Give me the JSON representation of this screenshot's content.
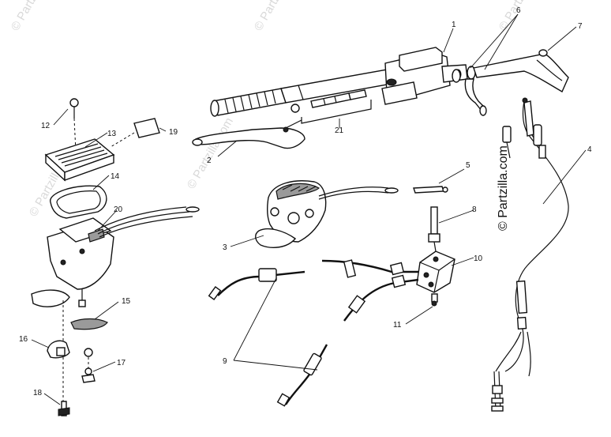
{
  "watermarks": {
    "corner": "© Partzilla.com",
    "side": "© Partzilla.com"
  },
  "callouts": {
    "c1": "1",
    "c2": "2",
    "c3": "3",
    "c4": "4",
    "c5": "5",
    "c6": "6",
    "c7": "7",
    "c8": "8",
    "c9": "9",
    "c10": "10",
    "c11": "11",
    "c12": "12",
    "c13": "13",
    "c14": "14",
    "c15": "15",
    "c16": "16",
    "c17": "17",
    "c18": "18",
    "c19": "19",
    "c20": "20",
    "c21": "21"
  }
}
